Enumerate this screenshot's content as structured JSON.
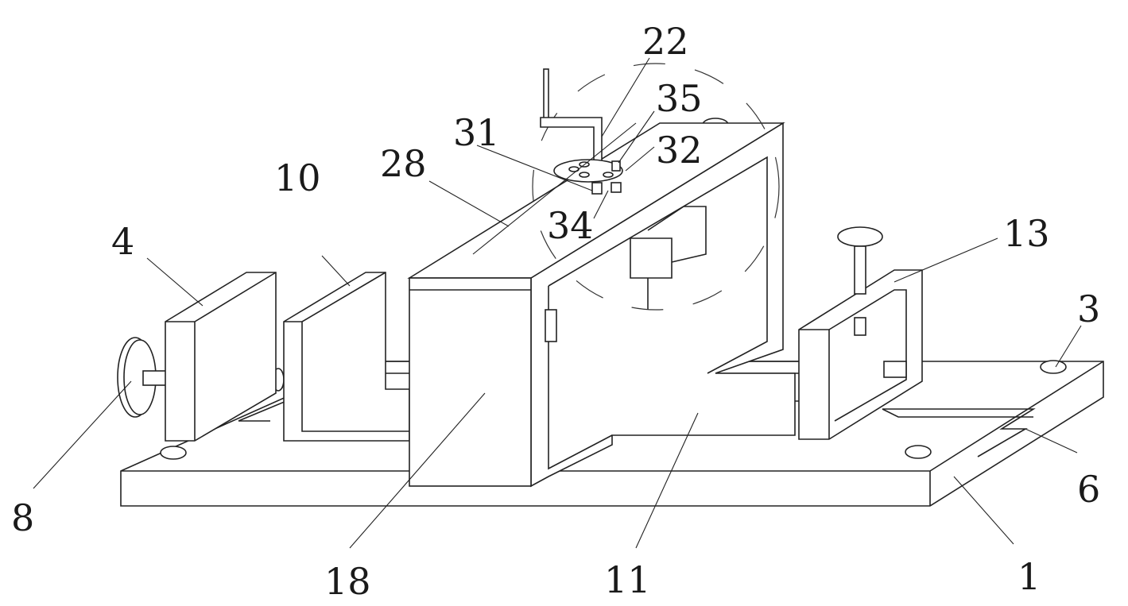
{
  "figure": {
    "labels": {
      "l22": "22",
      "l35": "35",
      "l31": "31",
      "l32": "32",
      "l28": "28",
      "l10": "10",
      "l34": "34",
      "l4": "4",
      "l13": "13",
      "l3": "3",
      "l8": "8",
      "l6": "6",
      "l18": "18",
      "l11": "11",
      "l1": "1"
    }
  }
}
